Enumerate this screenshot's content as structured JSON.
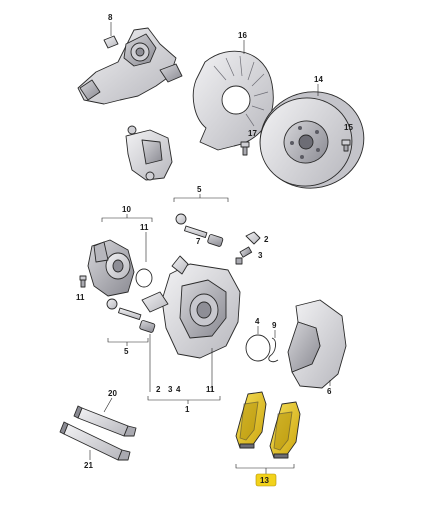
{
  "diagram": {
    "callouts": [
      {
        "id": "c8",
        "text": "8"
      },
      {
        "id": "c16",
        "text": "16"
      },
      {
        "id": "c14",
        "text": "14"
      },
      {
        "id": "c17",
        "text": "17"
      },
      {
        "id": "c15",
        "text": "15"
      },
      {
        "id": "c5t",
        "text": "5"
      },
      {
        "id": "c10",
        "text": "10"
      },
      {
        "id": "c11a",
        "text": "11"
      },
      {
        "id": "c7",
        "text": "7"
      },
      {
        "id": "c2",
        "text": "2"
      },
      {
        "id": "c3",
        "text": "3"
      },
      {
        "id": "c11b",
        "text": "11"
      },
      {
        "id": "c4",
        "text": "4"
      },
      {
        "id": "c9",
        "text": "9"
      },
      {
        "id": "c5b",
        "text": "5"
      },
      {
        "id": "c6",
        "text": "6"
      },
      {
        "id": "cg2",
        "text": "2"
      },
      {
        "id": "cg3",
        "text": "3"
      },
      {
        "id": "cg4",
        "text": "4"
      },
      {
        "id": "cg11",
        "text": "11"
      },
      {
        "id": "c1",
        "text": "1"
      },
      {
        "id": "c20",
        "text": "20"
      },
      {
        "id": "c21",
        "text": "21"
      }
    ],
    "highlight_callout": {
      "text": "13",
      "color": "#f2d21b"
    },
    "colors": {
      "part_fill": "#e3e3e6",
      "part_shade": "#a9a9b0",
      "part_dark": "#6d6d75",
      "pad_yellow": "#f2d21b",
      "pad_dark": "#b08f05"
    }
  }
}
